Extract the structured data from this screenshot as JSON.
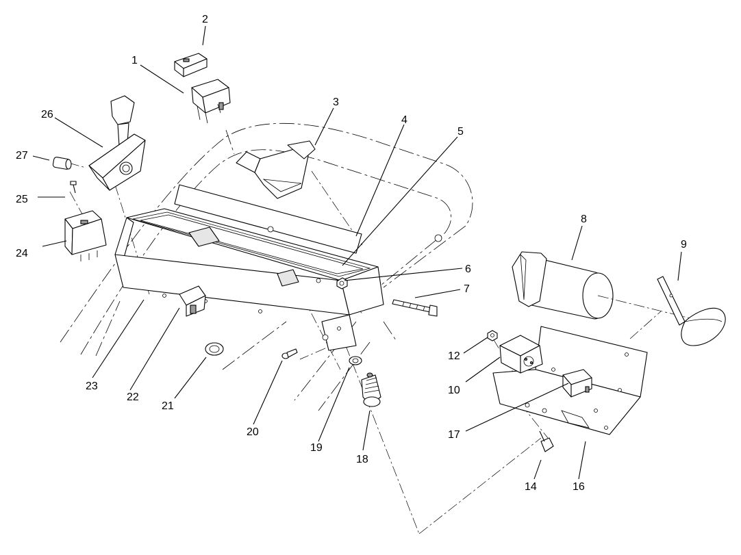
{
  "callouts": {
    "c1": "1",
    "c2": "2",
    "c3": "3",
    "c4": "4",
    "c5": "5",
    "c6": "6",
    "c7": "7",
    "c8": "8",
    "c9": "9",
    "c10": "10",
    "c12": "12",
    "c14": "14",
    "c16": "16",
    "c17": "17",
    "c18": "18",
    "c19": "19",
    "c20": "20",
    "c21": "21",
    "c22": "22",
    "c23": "23",
    "c24": "24",
    "c25": "25",
    "c26": "26",
    "c27": "27"
  }
}
